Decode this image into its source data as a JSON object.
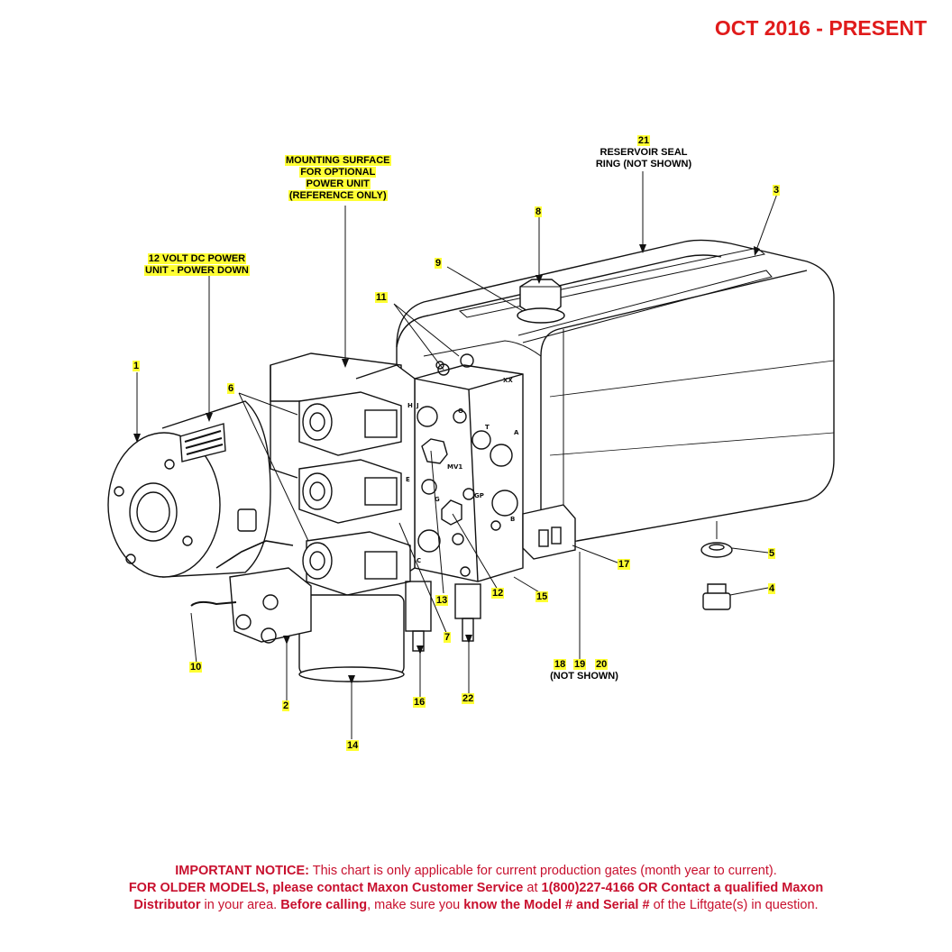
{
  "header": {
    "date_range": "OCT 2016 - PRESENT"
  },
  "colors": {
    "header_red": "#e01b1b",
    "highlight": "#ffff33",
    "notice_red": "#c8102e"
  },
  "labels": {
    "mounting_surface": "MOUNTING SURFACE FOR OPTIONAL POWER UNIT (REFERENCE ONLY)",
    "mounting_l1": "MOUNTING SURFACE",
    "mounting_l2": "FOR OPTIONAL",
    "mounting_l3": "POWER UNIT",
    "mounting_l4": "(REFERENCE ONLY)",
    "power_unit_l1": "12 VOLT DC POWER",
    "power_unit_l2": "UNIT - POWER DOWN",
    "seal_l1": "RESERVOIR SEAL",
    "seal_l2": "RING (NOT SHOWN)",
    "not_shown": "(NOT SHOWN)"
  },
  "callouts": {
    "c1": "1",
    "c2": "2",
    "c3": "3",
    "c4": "4",
    "c5": "5",
    "c6": "6",
    "c7": "7",
    "c8": "8",
    "c9": "9",
    "c10": "10",
    "c11": "11",
    "c12": "12",
    "c13": "13",
    "c14": "14",
    "c15": "15",
    "c16": "16",
    "c17": "17",
    "c18": "18",
    "c19": "19",
    "c20": "20",
    "c21": "21",
    "c22": "22"
  },
  "port_labels": {
    "j": "J",
    "h": "H",
    "o": "O",
    "t": "T",
    "a": "A",
    "e": "E",
    "g": "G",
    "gp": "GP",
    "b": "B",
    "c": "C",
    "xx": "XX",
    "mv1": "MV1"
  },
  "notice": {
    "important": "IMPORTANT NOTICE:",
    "line1_rest": " This chart is only applicable for current production gates (month year to current).",
    "older": "FOR OLDER MODELS, please contact Maxon Customer Service",
    "at": " at ",
    "phone": "1(800)227-4166 OR Contact a qualified Maxon",
    "distributor": "Distributor",
    "in_area": " in your area. ",
    "before": "Before calling",
    "make_sure": ", make sure you ",
    "know": "know the Model # and Serial #",
    "of_lift": " of the Liftgate(s) in question."
  }
}
